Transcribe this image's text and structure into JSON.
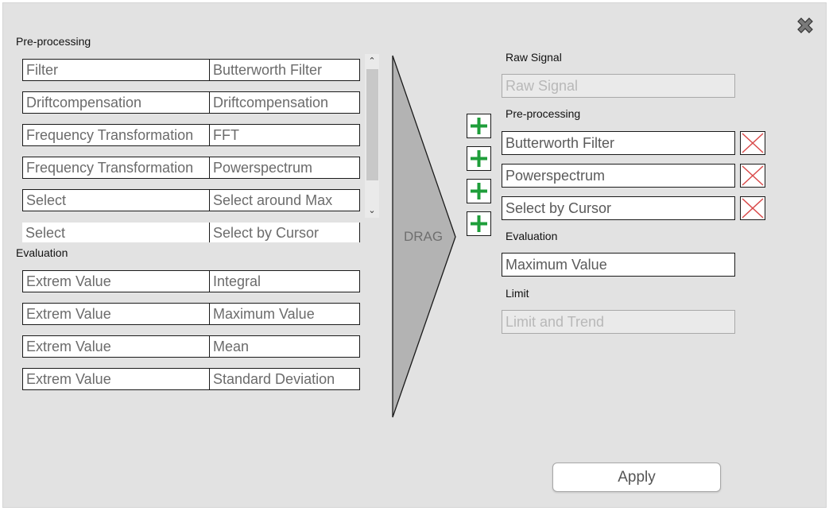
{
  "close_icon": "close-icon",
  "left": {
    "preprocessing_label": "Pre-processing",
    "preprocessing_rows": [
      {
        "category": "Filter",
        "method": "Butterworth Filter"
      },
      {
        "category": "Driftcompensation",
        "method": "Driftcompensation"
      },
      {
        "category": "Frequency Transformation",
        "method": "FFT"
      },
      {
        "category": "Frequency Transformation",
        "method": "Powerspectrum"
      },
      {
        "category": "Select",
        "method": "Select around Max"
      },
      {
        "category": "Select",
        "method": "Select by Cursor"
      }
    ],
    "evaluation_label": "Evaluation",
    "evaluation_rows": [
      {
        "category": "Extrem Value",
        "method": "Integral"
      },
      {
        "category": "Extrem Value",
        "method": "Maximum Value"
      },
      {
        "category": "Extrem Value",
        "method": "Mean"
      },
      {
        "category": "Extrem Value",
        "method": "Standard Deviation"
      }
    ]
  },
  "drag_label": "DRAG",
  "right": {
    "raw_signal_label": "Raw Signal",
    "raw_signal_value": "Raw Signal",
    "preprocessing_label": "Pre-processing",
    "preprocessing_items": [
      "Butterworth Filter",
      "Powerspectrum",
      "Select by Cursor"
    ],
    "evaluation_label": "Evaluation",
    "evaluation_value": "Maximum Value",
    "limit_label": "Limit",
    "limit_value": "Limit and Trend"
  },
  "apply_label": "Apply",
  "colors": {
    "plus": "#1e9e3a",
    "delete_x": "#d94a4a",
    "background": "#e2e2e2"
  }
}
